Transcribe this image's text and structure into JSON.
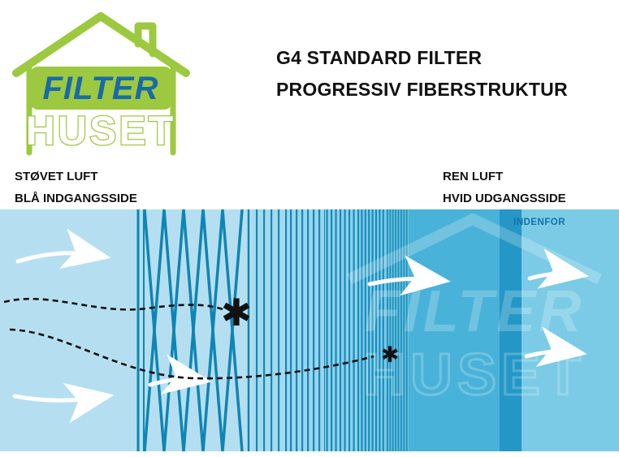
{
  "logo": {
    "line1": "FILTER",
    "line2": "HUSET"
  },
  "title": {
    "line1": "G4 STANDARD FILTER",
    "line2": "PROGRESSIV FIBERSTRUKTUR"
  },
  "labels": {
    "left_line1": "STØVET LUFT",
    "left_line2": "BLÅ INDGANGSSIDE",
    "right_line1": "REN LUFT",
    "right_line2": "HVID UDGANGSSIDE",
    "indenfor": "INDENFOR"
  },
  "watermark": {
    "line1": "FILTER",
    "line2": "HUSET"
  },
  "particles": {
    "symbol_large": "✱",
    "symbol_small": "✱"
  },
  "colors": {
    "brand_green": "#9cc93f",
    "brand_blue": "#1a6aa8",
    "filter_teal": "#0e85b4",
    "air_light_blue": "#b5dff1",
    "air_medium_blue": "#49b2d8",
    "air_dark_band": "#2497c6",
    "air_outlet_blue": "#7bcbe6",
    "indenfor_text": "#1272a8"
  }
}
